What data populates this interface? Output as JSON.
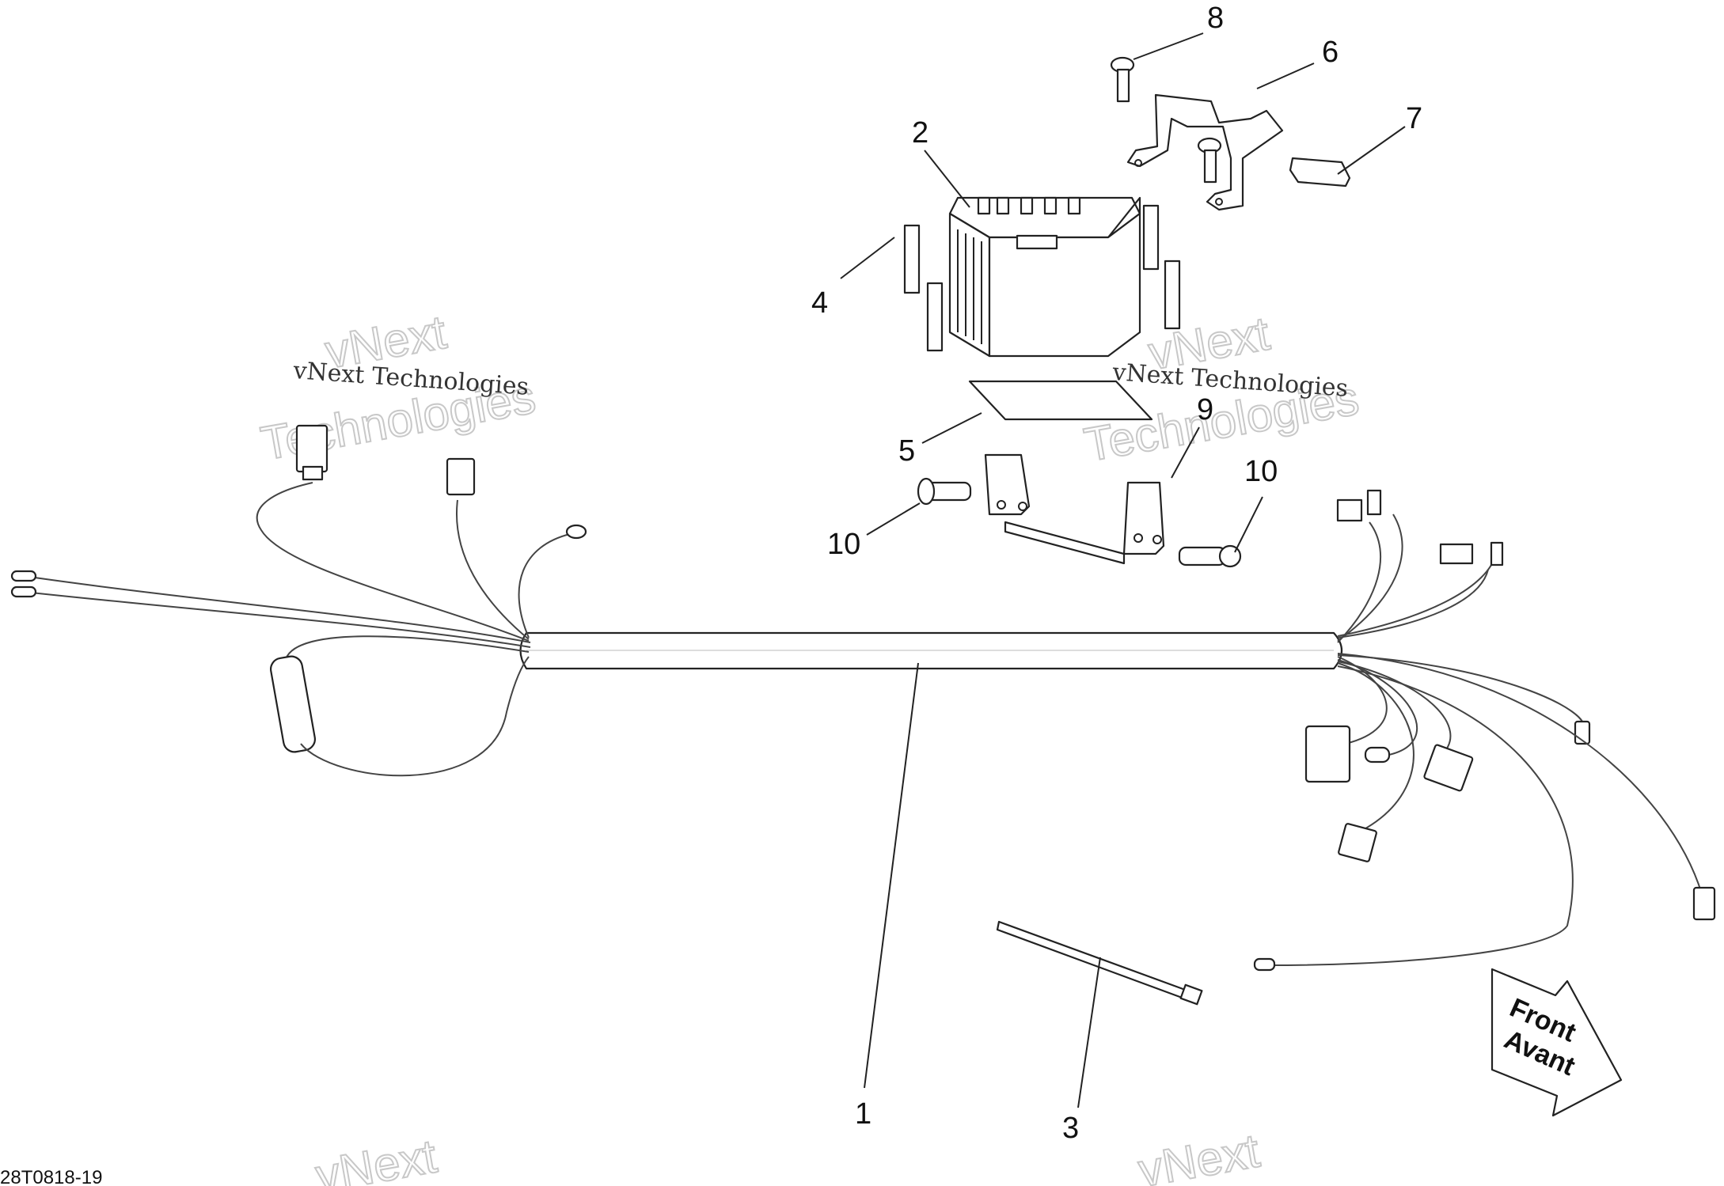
{
  "callouts": {
    "c1": "1",
    "c2": "2",
    "c3": "3",
    "c4": "4",
    "c5": "5",
    "c6": "6",
    "c7": "7",
    "c8": "8",
    "c9": "9",
    "c10a": "10",
    "c10b": "10"
  },
  "watermarks": {
    "small_text": "vNext Technologies",
    "big_line1": "vNext",
    "big_line2": "Technologies"
  },
  "direction_arrow": {
    "line1": "Front",
    "line2": "Avant"
  },
  "drawing_code": "28T0818-19"
}
